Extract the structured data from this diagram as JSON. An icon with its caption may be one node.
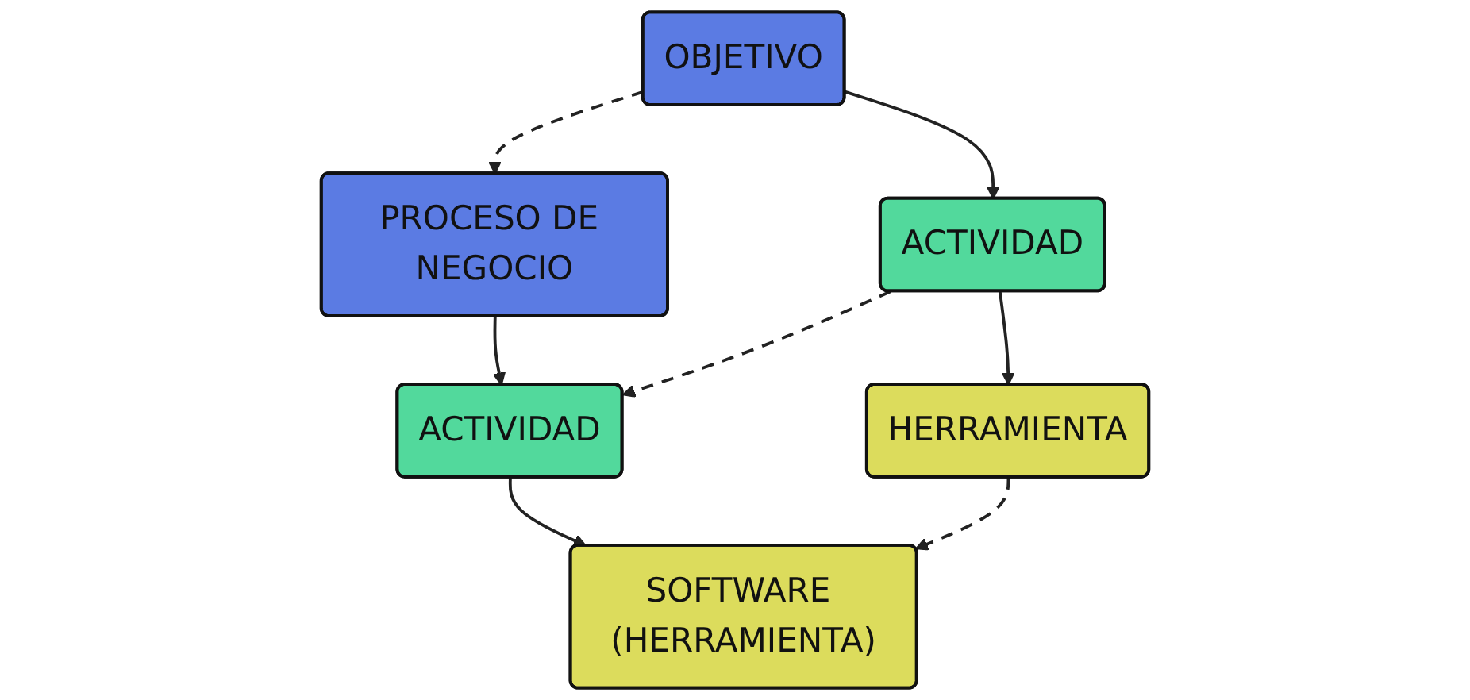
{
  "diagram": {
    "nodes": [
      {
        "text": [
          "OBJETIVO"
        ]
      },
      {
        "text": [
          "PROCESO DE NEGOCIO"
        ]
      },
      {
        "text": [
          "ACTIVIDAD"
        ]
      },
      {
        "text": [
          "ACTIVIDAD"
        ]
      },
      {
        "text": [
          "HERRAMIENTA"
        ]
      },
      {
        "text": [
          "SOFTWARE (HERRAMIENTA)"
        ]
      }
    ],
    "edges": [
      {
        "from": 0,
        "to": 1,
        "arrow": "to",
        "style": "dashed"
      },
      {
        "from": 0,
        "to": 2,
        "arrow": "to"
      },
      {
        "from": 1,
        "to": 3,
        "arrow": "to"
      },
      {
        "from": 2,
        "to": 3,
        "arrow": "to",
        "style": "dashed"
      },
      {
        "from": 2,
        "to": 4,
        "arrow": "to"
      },
      {
        "from": 3,
        "to": 5,
        "arrow": "to"
      },
      {
        "from": 4,
        "to": 5,
        "arrow": "to",
        "style": "dashed"
      }
    ]
  }
}
